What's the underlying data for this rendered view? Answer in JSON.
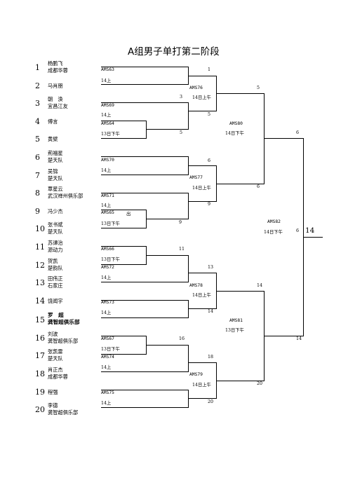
{
  "title": "A组男子单打第二阶段",
  "players": [
    {
      "seed": "1",
      "lines": [
        "杨鹏飞",
        "成都华蓉"
      ]
    },
    {
      "seed": "2",
      "lines": [
        "马肖朋"
      ]
    },
    {
      "seed": "3",
      "lines": [
        "朝　涣",
        "宜昌江友"
      ]
    },
    {
      "seed": "4",
      "lines": [
        "傅言"
      ]
    },
    {
      "seed": "5",
      "lines": [
        "黄檗"
      ]
    },
    {
      "seed": "6",
      "lines": [
        "荊福星",
        "楚天队"
      ]
    },
    {
      "seed": "7",
      "lines": [
        "吴锦",
        "楚天队"
      ]
    },
    {
      "seed": "8",
      "lines": [
        "覃星云",
        "武汉禅州俱乐部"
      ]
    },
    {
      "seed": "9",
      "lines": [
        "冯少杰"
      ]
    },
    {
      "seed": "10",
      "lines": [
        "张书斌",
        "楚天队"
      ]
    },
    {
      "seed": "11",
      "lines": [
        "苏谭治",
        "源动力"
      ]
    },
    {
      "seed": "12",
      "lines": [
        "贺凯",
        "楚韵队"
      ]
    },
    {
      "seed": "13",
      "lines": [
        "田伟正",
        "石家庄"
      ]
    },
    {
      "seed": "14",
      "lines": [
        "饶闻宇"
      ]
    },
    {
      "seed": "15",
      "lines": [
        "罗　超",
        "龚智超俱乐部"
      ]
    },
    {
      "seed": "16",
      "lines": [
        "刘波",
        "龚智超俱乐部"
      ]
    },
    {
      "seed": "17",
      "lines": [
        "张凯雷",
        "楚天队"
      ]
    },
    {
      "seed": "18",
      "lines": [
        "肖正杰",
        "成都华蓉"
      ]
    },
    {
      "seed": "19",
      "lines": [
        "程强"
      ]
    },
    {
      "seed": "20",
      "lines": [
        "李德",
        "龚智超俱乐部"
      ]
    }
  ],
  "r1": [
    {
      "code": "AMS63",
      "time": "14上",
      "winner": "1"
    },
    {
      "code": "AMS69",
      "time": "14上",
      "winner": ""
    },
    {
      "code": "AMS64",
      "time": "13日下午",
      "winner": "5"
    },
    {
      "code": "AMS70",
      "time": "14上",
      "winner": "6"
    },
    {
      "code": "AMS71",
      "time": "14上",
      "winner": ""
    },
    {
      "code": "AMS65",
      "note": "出",
      "time": "13日下午",
      "winner": "9"
    },
    {
      "code": "AMS66",
      "time": "13日下午",
      "winner": "11"
    },
    {
      "code": "AMS72",
      "time": "14上",
      "winner": ""
    },
    {
      "code": "AMS73",
      "time": "14上",
      "winner": "14"
    },
    {
      "code": "AMS67",
      "time": "13日下午",
      "winner": "16"
    },
    {
      "code": "AMS74",
      "time": "14上",
      "winner": ""
    },
    {
      "code": "AMS75",
      "time": "14上",
      "winner": "20"
    }
  ],
  "r2": [
    {
      "code": "AMS76",
      "time": "14日上午",
      "w_top": "1",
      "w_bot": "3",
      "w_bot2": "5"
    },
    {
      "code": "AMS77",
      "time": "14日上午",
      "w_top": "6",
      "w_bot": "9"
    },
    {
      "code": "AMS78",
      "time": "14日上午",
      "w_top": "13",
      "w_bot": "14"
    },
    {
      "code": "AMS79",
      "time": "14日上午",
      "w_top": "18",
      "w_bot": "20"
    }
  ],
  "r3": [
    {
      "code": "AMS80",
      "time": "14日下午",
      "w_top": "5",
      "w_bot": "6"
    },
    {
      "code": "AMS81",
      "time": "13日下午",
      "w_top": "14",
      "w_bot": "20"
    }
  ],
  "r4": {
    "code": "AMS82",
    "time": "14日下午",
    "w_top": "6",
    "w_bot": "14"
  },
  "final": {
    "winner": "6",
    "score": "14"
  }
}
